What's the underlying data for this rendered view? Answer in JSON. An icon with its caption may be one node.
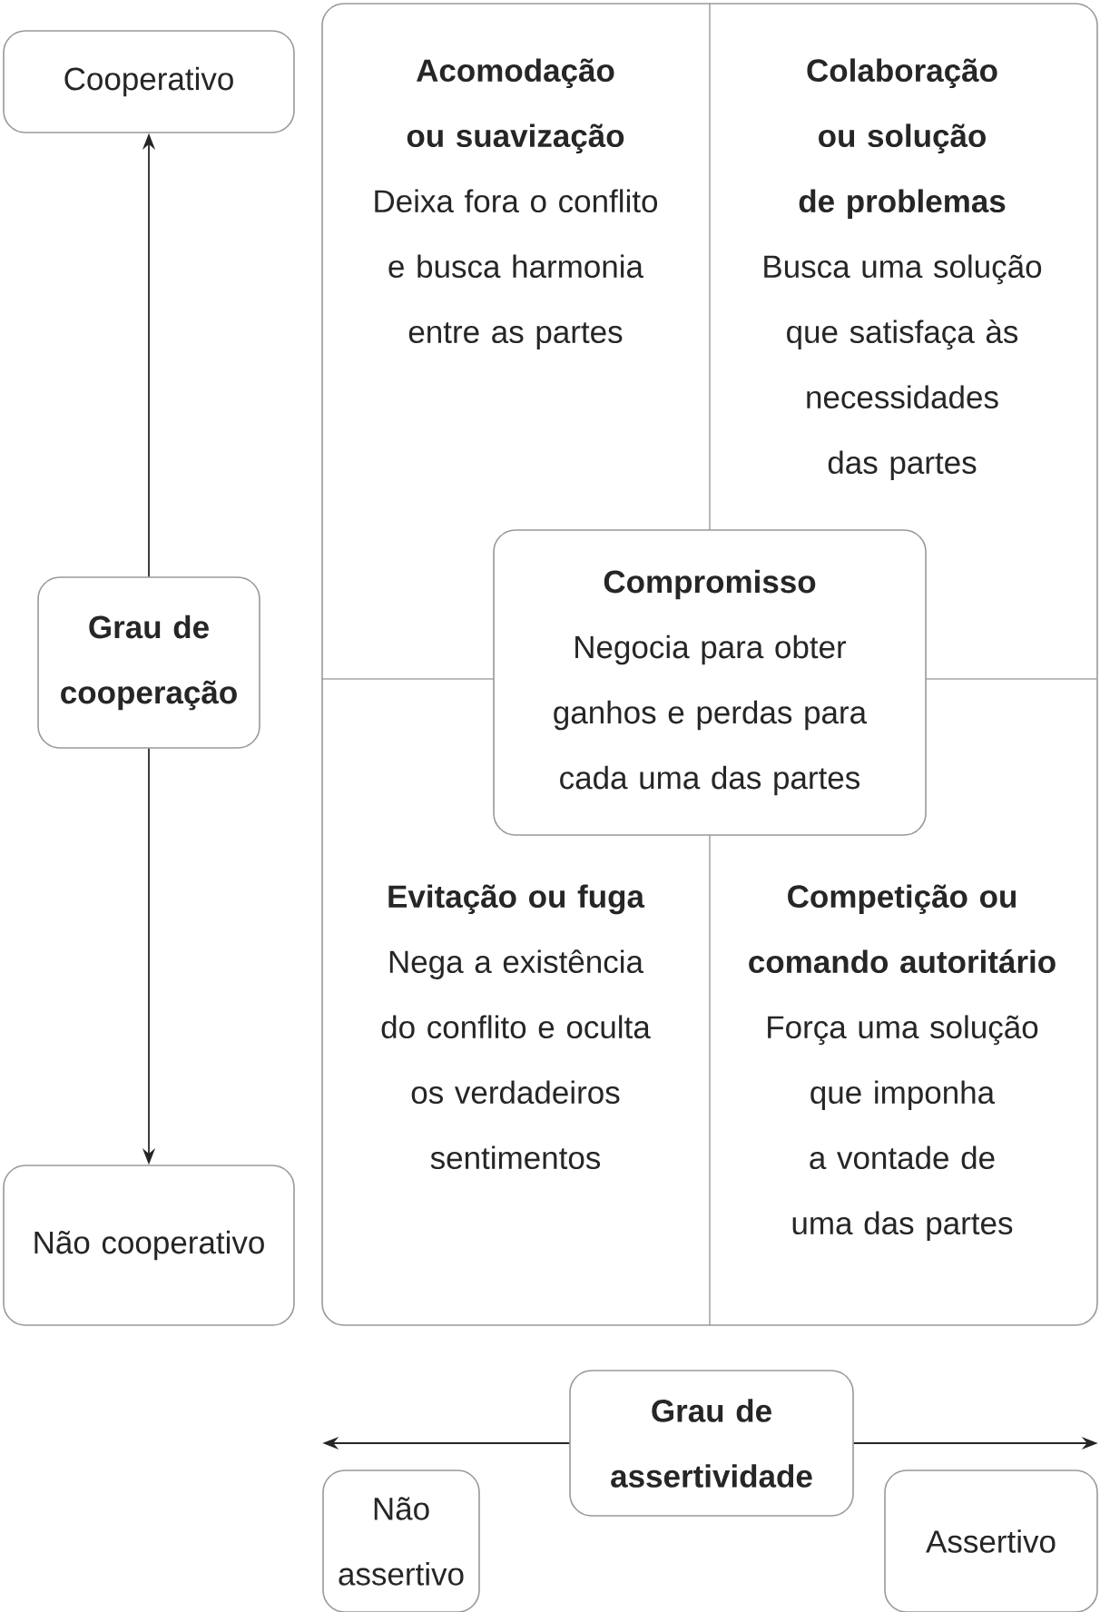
{
  "diagram": {
    "nodes": [
      {
        "text": [
          "Cooperativo"
        ]
      },
      {
        "text": [
          "Grau de cooperação"
        ]
      },
      {
        "text": [
          "Não cooperativo"
        ]
      },
      {
        "text": [],
        "shape": "box"
      },
      {
        "text": [
          "Acomodação ou suavização",
          "Deixa fora o conflito e busca harmonia entre as partes"
        ],
        "in": 3
      },
      {
        "text": [
          "Colaboração ou solução de problemas",
          "Busca uma solução que satisfaça às necessidades das partes"
        ],
        "in": 3
      },
      {
        "text": [
          "Compromisso",
          "Negocia para obter ganhos e perdas para cada uma das partes"
        ],
        "in": 3
      },
      {
        "text": [
          "Evitação ou fuga",
          "Nega a existência do conflito e oculta os verdadeiros sentimentos"
        ],
        "in": 3
      },
      {
        "text": [
          "Competição ou comando autoritário",
          "Força uma solução que imponha a vontade de uma das partes"
        ],
        "in": 3
      },
      {
        "text": [
          "Grau de assertividade"
        ]
      },
      {
        "text": [
          "Não assertivo"
        ]
      },
      {
        "text": [
          "Assertivo"
        ]
      }
    ],
    "edges": [
      {
        "from": 1,
        "to": 0,
        "arrow": "to"
      },
      {
        "from": 1,
        "to": 2,
        "arrow": "to"
      },
      {
        "from": 9,
        "to": 10,
        "arrow": "to"
      },
      {
        "from": 9,
        "to": 11,
        "arrow": "to"
      }
    ]
  }
}
